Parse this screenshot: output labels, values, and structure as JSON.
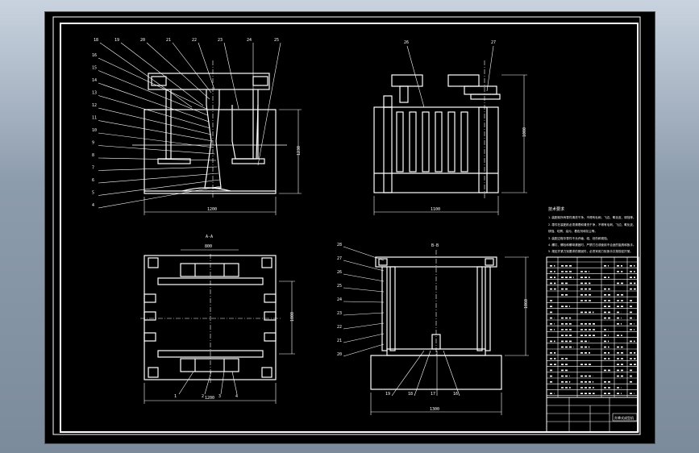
{
  "drawing": {
    "dimensions": {
      "front_height": "1230",
      "front_width": "1200",
      "side_height": "1000",
      "side_width": "1100",
      "plan_slot": "800",
      "plan_depth": "1000",
      "plan_width": "1200",
      "section_height": "1060",
      "section_width": "1300"
    },
    "view_labels": {
      "plan": "A-A",
      "section": "B-B"
    },
    "balloons": {
      "front": [
        "18",
        "19",
        "20",
        "21",
        "22",
        "23",
        "24",
        "25",
        "16",
        "15",
        "14",
        "13",
        "12",
        "11",
        "10",
        "9",
        "8",
        "7",
        "6",
        "5",
        "4"
      ],
      "side": [
        "26",
        "27"
      ],
      "plan": [
        "1",
        "2",
        "3",
        "4"
      ],
      "section": [
        "28",
        "27",
        "26",
        "25",
        "24",
        "23",
        "22",
        "21",
        "20",
        "19",
        "18",
        "17",
        "16"
      ]
    },
    "notes_title": "技术要求",
    "notes": [
      "1.装配前所有零件清洗干净，不得有毛刺、飞边、氧化皮、锈蚀等。",
      "2.零件在装配前必须清理和清洗干净，不得有毛刺、飞边、氧化皮、",
      "  锈蚀、切屑、油污、着色剂和灰尘等。",
      "3.装配过程中零件不允许磕、碰、划伤和锈蚀。",
      "4.螺钉、螺栓和螺母紧固时，严禁打击或使用不合适的旋具和扳手。",
      "5.规定拧紧力矩要求的紧固件，必须采用力矩扳手并按规定拧紧。"
    ],
    "title_block": {
      "title": "升降式成型机"
    }
  }
}
